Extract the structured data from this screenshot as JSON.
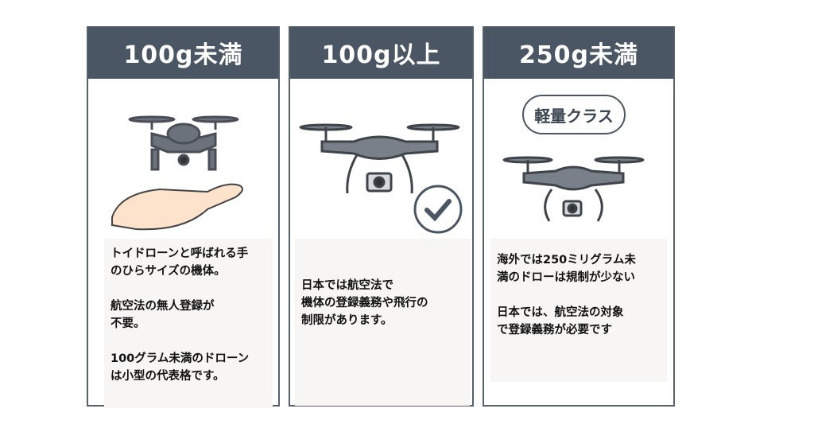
{
  "cards": [
    {
      "title": "100g未満",
      "paragraphs": [
        "トイドローンと呼ばれる手\nのひらサイズの機体。",
        "航空法の無人登録が\n不要。",
        "100グラム未満のドローン\nは小型の代表格です。"
      ]
    },
    {
      "title": "100g以上",
      "paragraphs": [
        "日本では航空法で\n機体の登録義務や飛行の\n制限があります。"
      ]
    },
    {
      "title": "250g未満",
      "bubble": "軽量クラス",
      "paragraphs": [
        "海外では250ミリグラム未\n満のドローは規制が少ない",
        "日本では、航空法の対象\nで登録義務が必要です"
      ]
    }
  ]
}
